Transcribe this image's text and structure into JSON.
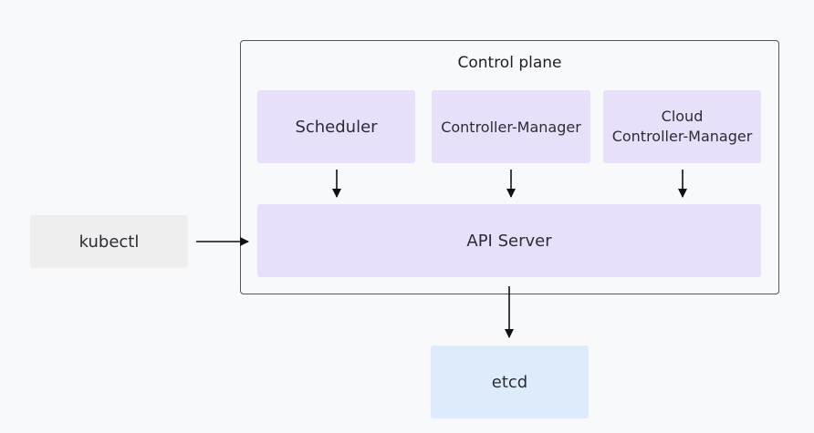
{
  "diagram": {
    "control_plane_title": "Control plane",
    "scheduler": "Scheduler",
    "controller_manager": "Controller-Manager",
    "cloud_controller_manager_line1": "Cloud",
    "cloud_controller_manager_line2": "Controller-Manager",
    "api_server": "API Server",
    "kubectl": "kubectl",
    "etcd": "etcd"
  },
  "colors": {
    "component_fill": "#e8e0fa",
    "client_fill": "#eeeeee",
    "storage_fill": "#ddebfb",
    "arrow": "#111111",
    "border": "#55555c"
  }
}
